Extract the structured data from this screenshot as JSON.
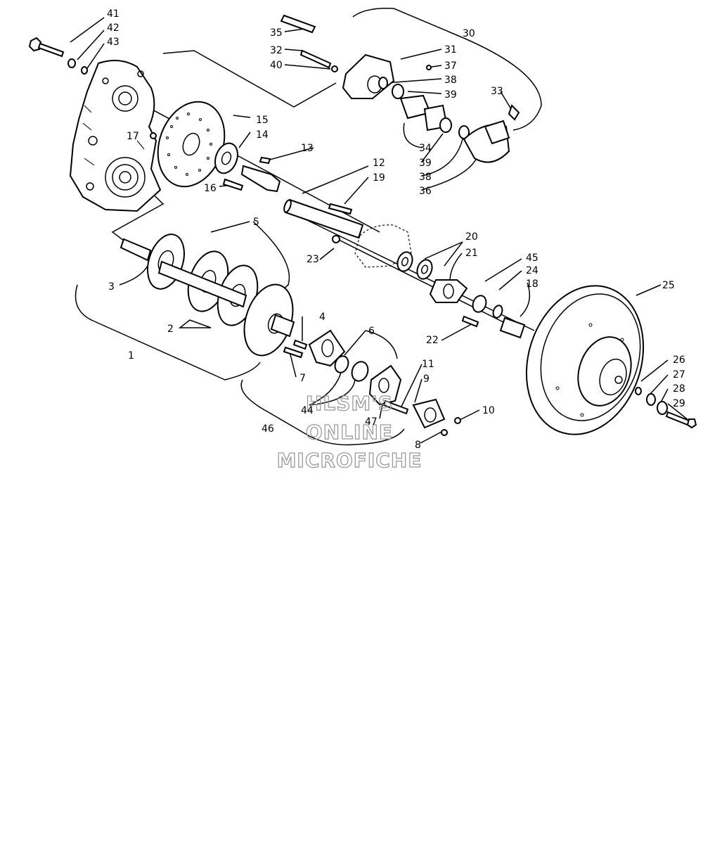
{
  "callouts": {
    "c1": "1",
    "c2": "2",
    "c3": "3",
    "c4": "4",
    "c5": "5",
    "c6": "6",
    "c7": "7",
    "c8": "8",
    "c9": "9",
    "c10": "10",
    "c11": "11",
    "c12": "12",
    "c13": "13",
    "c14": "14",
    "c15": "15",
    "c16": "16",
    "c17": "17",
    "c18": "18",
    "c19": "19",
    "c20": "20",
    "c21": "21",
    "c22": "22",
    "c23": "23",
    "c24": "24",
    "c25": "25",
    "c26": "26",
    "c27": "27",
    "c28": "28",
    "c29": "29",
    "c30": "30",
    "c31": "31",
    "c32": "32",
    "c33": "33",
    "c34": "34",
    "c35": "35",
    "c36": "36",
    "c37": "37",
    "c38a": "38",
    "c38b": "38",
    "c39a": "39",
    "c39b": "39",
    "c40": "40",
    "c41": "41",
    "c42": "42",
    "c43": "43",
    "c44": "44",
    "c45": "45",
    "c46": "46",
    "c47": "47"
  },
  "watermark": {
    "line1": "HLSM'S",
    "line2": "ONLINE",
    "line3": "MICROFICHE"
  }
}
